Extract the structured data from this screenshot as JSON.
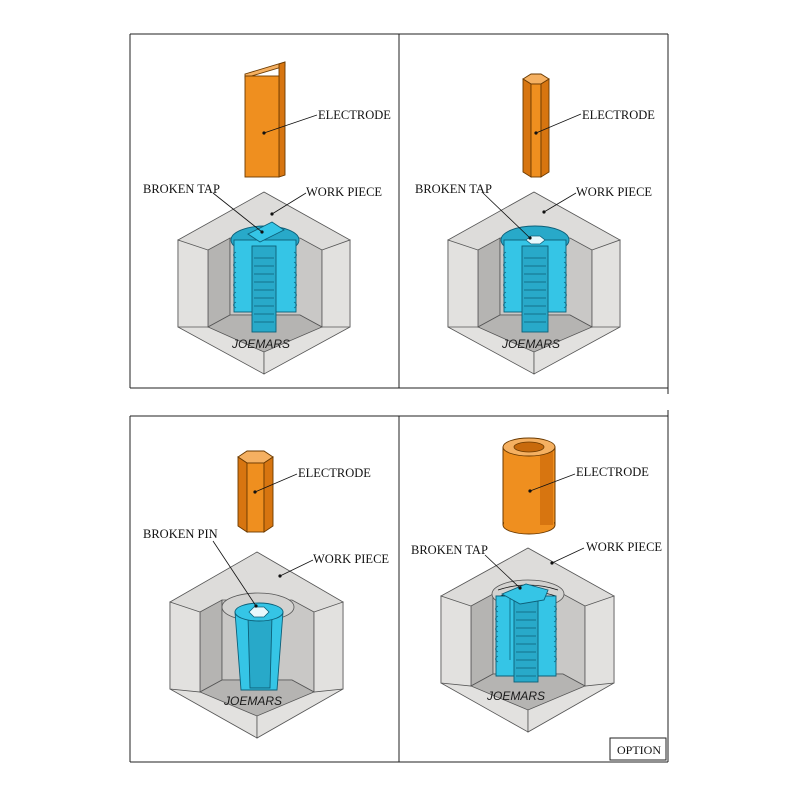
{
  "panels": [
    {
      "electrode_label": "ELECTRODE",
      "broken_label": "BROKEN TAP",
      "workpiece_label": "WORK PIECE",
      "brand": "JOEMARS"
    },
    {
      "electrode_label": "ELECTRODE",
      "broken_label": "BROKEN TAP",
      "workpiece_label": "WORK PIECE",
      "brand": "JOEMARS"
    },
    {
      "electrode_label": "ELECTRODE",
      "broken_label": "BROKEN PIN",
      "workpiece_label": "WORK PIECE",
      "brand": "JOEMARS"
    },
    {
      "electrode_label": "ELECTRODE",
      "broken_label": "BROKEN TAP",
      "workpiece_label": "WORK PIECE",
      "brand": "JOEMARS"
    }
  ],
  "option_label": "OPTION",
  "colors": {
    "electrode": "#ef8f1f",
    "broken_part": "#35c5e6",
    "workpiece": "#e2e1df"
  }
}
